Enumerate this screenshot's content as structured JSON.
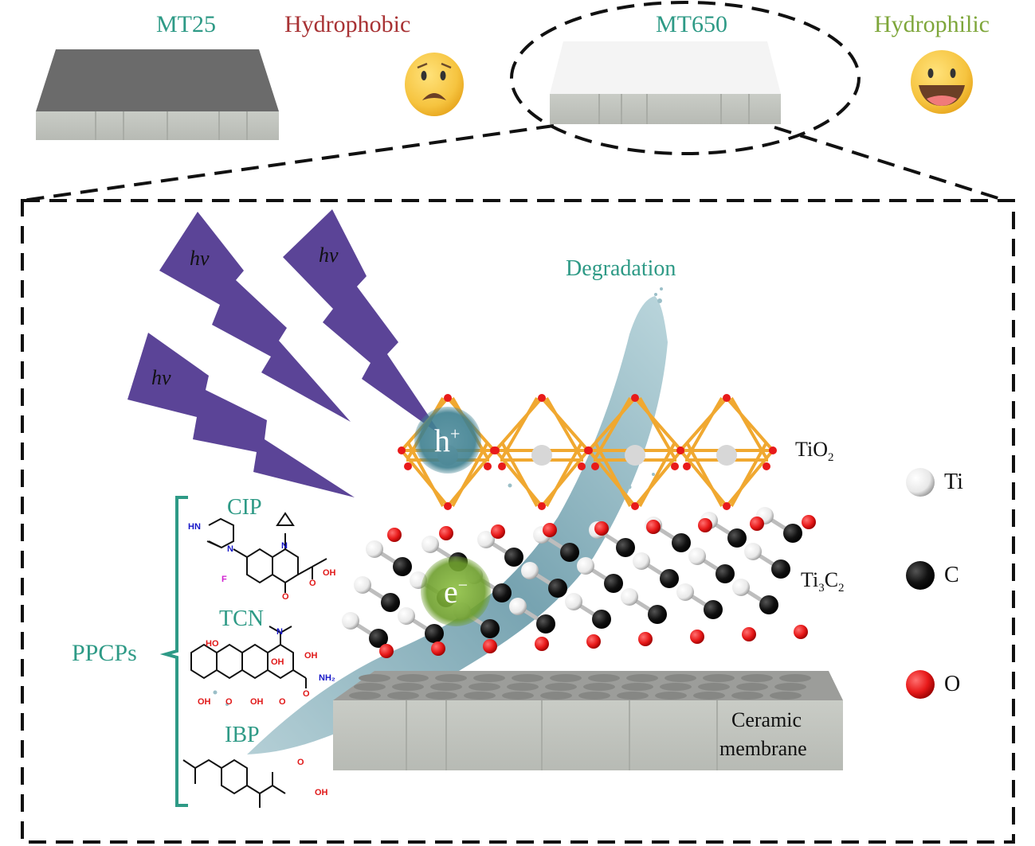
{
  "top_panel": {
    "sample_left": {
      "name": "MT25",
      "property": "Hydrophobic",
      "emoji": "worried-face"
    },
    "sample_right": {
      "name": "MT650",
      "property": "Hydrophilic",
      "emoji": "grinning-face"
    }
  },
  "zoom_panel": {
    "light_labels": [
      "hv",
      "hv",
      "hv"
    ],
    "degradation_label": "Degradation",
    "hole_label": "h",
    "hole_charge": "+",
    "electron_label": "e",
    "electron_charge": "−",
    "layers": [
      {
        "label_main": "TiO",
        "label_sub": "2",
        "label_main2": "",
        "label_sub2": ""
      },
      {
        "label_main": "Ti",
        "label_sub": "3",
        "label_main2": "C",
        "label_sub2": "2"
      }
    ],
    "membrane_label_line1": "Ceramic",
    "membrane_label_line2": "membrane",
    "pollutant_group": "PPCPs",
    "pollutants": [
      "CIP",
      "TCN",
      "IBP"
    ],
    "cip_atoms": {
      "hn": "HN",
      "n1": "N",
      "n2": "N",
      "f": "F",
      "o1": "O",
      "o2": "O",
      "oh": "OH"
    },
    "tcn_atoms": {
      "ho": "HO",
      "n": "N",
      "oh1": "OH",
      "oh2": "OH",
      "nh2": "NH₂",
      "oh3": "OH",
      "o1": "O",
      "oh4": "OH",
      "o2": "O",
      "o3": "O"
    },
    "ibp_atoms": {
      "o": "O",
      "oh": "OH"
    }
  },
  "legend": [
    {
      "element": "Ti",
      "color": "#f2f2f2"
    },
    {
      "element": "C",
      "color": "#111111"
    },
    {
      "element": "O",
      "color": "#e81a1a"
    }
  ],
  "colors": {
    "teal_label": "#2e9a86",
    "hydrophobic": "#a83234",
    "hydrophilic": "#7ea63a",
    "light_bolt": "#5b4497",
    "tio2_bond": "#f0a830",
    "water": "#6f9fae",
    "electron": "#7fae3a",
    "hole": "#3d7f8f"
  }
}
